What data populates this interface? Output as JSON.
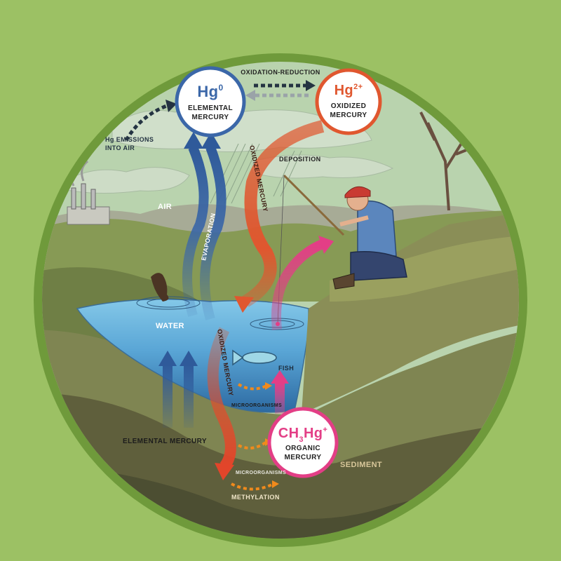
{
  "labels": {
    "oxidation_reduction": "OXIDATION-REDUCTION",
    "emissions_line1": "Hg EMISSIONS",
    "emissions_line2": "INTO AIR",
    "deposition": "DEPOSITION",
    "air": "AIR",
    "evaporation": "EVAPORATION",
    "oxidized_mercury_air": "OXIDIZED MERCURY",
    "oxidized_mercury_water": "OXIDIZED MERCURY",
    "water": "WATER",
    "fish": "FISH",
    "microorganisms_upper": "MICROORGANISMS",
    "microorganisms_lower": "MICROORGANISMS",
    "elemental_mercury": "ELEMENTAL MERCURY",
    "sediment": "SEDIMENT",
    "methylation": "METHYLATION"
  },
  "nodes": {
    "elemental": {
      "symbol": "Hg",
      "superscript": "0",
      "line1": "ELEMENTAL",
      "line2": "MERCURY"
    },
    "oxidized": {
      "symbol": "Hg",
      "superscript": "2+",
      "line1": "OXIDIZED",
      "line2": "MERCURY"
    },
    "organic": {
      "symbol_a": "CH",
      "sub": "3",
      "symbol_b": "Hg",
      "superscript": "+",
      "line1": "ORGANIC",
      "line2": "MERCURY"
    }
  },
  "colors": {
    "background": "#9cc164",
    "ring": "#6f9a3b",
    "sky": "#b9d3ae",
    "water": "#7fc4e6",
    "deep_water": "#2f6ea4",
    "sediment": "#5f5f3c",
    "elemental_blue": "#3b67a8",
    "oxidized_red": "#e0572f",
    "organic_pink": "#e33e86",
    "microbe_orange": "#f08a1c",
    "dark_arrow": "#243342"
  }
}
